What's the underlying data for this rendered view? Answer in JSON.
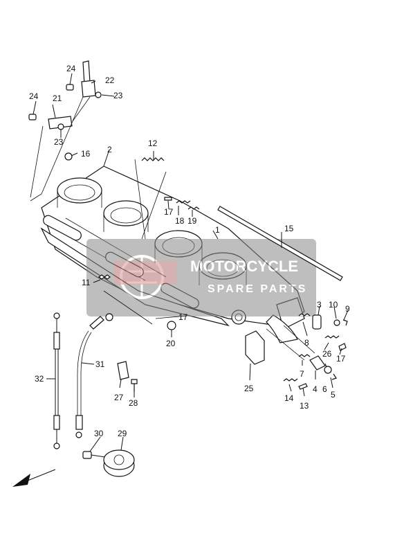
{
  "watermark": {
    "line1": "MOTORCYCLE",
    "line2": "SPARE PARTS"
  },
  "callouts": [
    "1",
    "2",
    "3",
    "4",
    "5",
    "6",
    "7",
    "8",
    "9",
    "10",
    "11",
    "12",
    "13",
    "14",
    "15",
    "16",
    "17",
    "17",
    "17",
    "18",
    "19",
    "20",
    "21",
    "22",
    "23",
    "23",
    "24",
    "24",
    "25",
    "26",
    "27",
    "28",
    "29",
    "30",
    "31",
    "32"
  ],
  "colors": {
    "line": "#111111",
    "watermark_bg": "#8a8a8a",
    "watermark_accent": "#c76a6a"
  },
  "icons": [
    "direction-arrow-icon"
  ]
}
